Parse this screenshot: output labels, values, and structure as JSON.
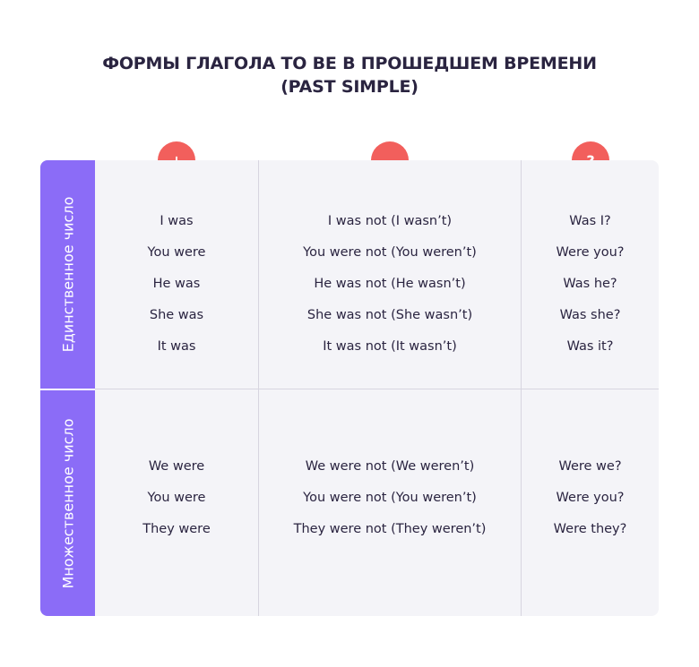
{
  "title": {
    "line1": "ФОРМЫ ГЛАГОЛА TO BE В ПРОШЕДШЕМ ВРЕМЕНИ",
    "line2": "(PAST SIMPLE)"
  },
  "columns": [
    {
      "symbol": "+",
      "icon": "plus-icon"
    },
    {
      "symbol": "–",
      "icon": "minus-icon"
    },
    {
      "symbol": "?",
      "icon": "question-icon"
    }
  ],
  "colors": {
    "accent": "#8b6cf7",
    "badge": "#f25f5c",
    "panel": "#f4f4f8",
    "text": "#2a2440"
  },
  "rows": [
    {
      "label": "Единственное число",
      "cells": [
        [
          "I was",
          "You were",
          "He was",
          "She was",
          "It was"
        ],
        [
          "I was not (I wasn’t)",
          "You were not (You weren’t)",
          "He was not (He wasn’t)",
          "She was not (She wasn’t)",
          "It was not (It wasn’t)"
        ],
        [
          "Was I?",
          "Were you?",
          "Was he?",
          "Was she?",
          "Was it?"
        ]
      ]
    },
    {
      "label": "Множественное число",
      "cells": [
        [
          "We were",
          "You were",
          "They were"
        ],
        [
          "We were not (We weren’t)",
          "You were not (You weren’t)",
          "They were not (They weren’t)"
        ],
        [
          "Were we?",
          "Were you?",
          "Were they?"
        ]
      ]
    }
  ]
}
